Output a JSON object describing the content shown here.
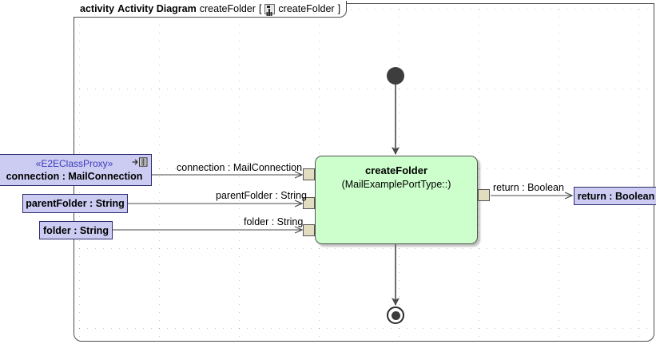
{
  "diagram": {
    "header": {
      "keyword": "activity",
      "type_label": "Activity Diagram",
      "name": "createFolder",
      "bracket_open": "[",
      "bracket_close": "]",
      "tab_icon": "activity-diagram-icon",
      "tab_name": "createFolder"
    },
    "colors": {
      "action_fill": "#ccffcc",
      "action_stroke": "#555555",
      "param_fill": "#ccccf2",
      "param_stroke": "#2b2b6e",
      "stereotype_text": "#3b3bbd",
      "pin_fill": "#e2ddc0",
      "pin_stroke": "#555555",
      "node_fill": "#3d3d3d",
      "frame_stroke": "#4d4d4d",
      "canvas": "#ffffff"
    },
    "action": {
      "name": "createFolder",
      "qualifier": "(MailExamplePortType::)"
    },
    "inputs": [
      {
        "stereotype": "«E2EClassProxy»",
        "label": "connection : MailConnection",
        "edge_label": "connection : MailConnection",
        "icon": "proxy-import-icon"
      },
      {
        "stereotype": "",
        "label": "parentFolder : String",
        "edge_label": "parentFolder : String",
        "icon": ""
      },
      {
        "stereotype": "",
        "label": "folder : String",
        "edge_label": "folder : String",
        "icon": ""
      }
    ],
    "outputs": [
      {
        "label": "return : Boolean",
        "edge_label": "return : Boolean"
      }
    ],
    "control_nodes": {
      "initial": "initial-node",
      "final": "activity-final-node"
    }
  }
}
